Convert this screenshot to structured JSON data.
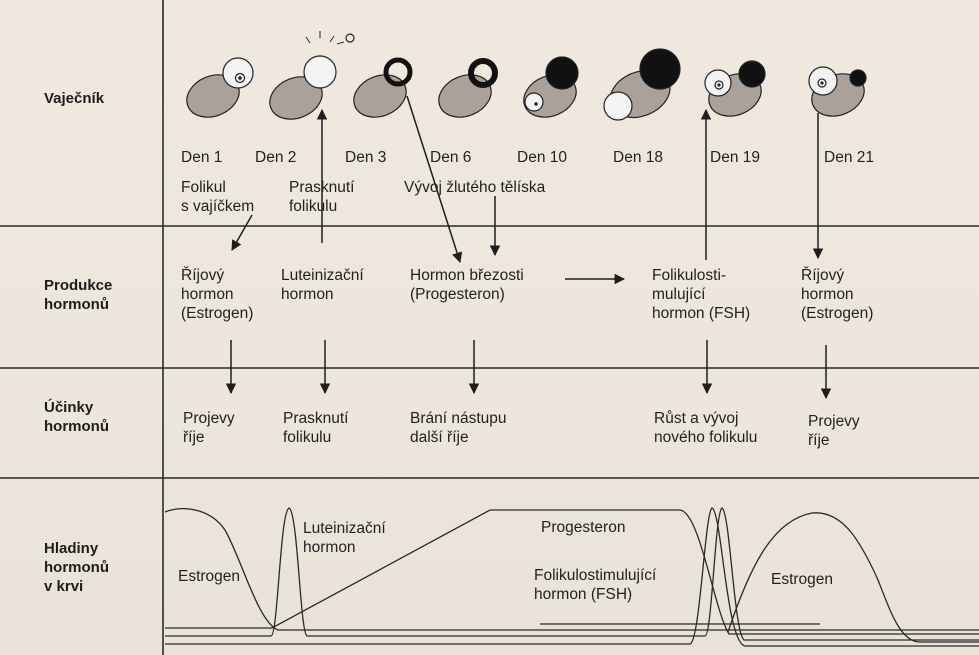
{
  "rows": {
    "ovary": "Vaječník",
    "production": "Produkce\nhormonů",
    "effects": "Účinky\nhormonů",
    "levels": "Hladiny\nhormonů\nv krvi"
  },
  "days": [
    "Den 1",
    "Den 2",
    "Den 3",
    "Den 6",
    "Den 10",
    "Den 18",
    "Den 19",
    "Den 21"
  ],
  "ovary_notes": {
    "follicle": "Folikul\ns vajíčkem",
    "rupture": "Prasknutí\nfolikulu",
    "corpus_luteum": "Vývoj žlutého tělíska"
  },
  "production": {
    "estrogen_1": "Říjový\nhormon\n(Estrogen)",
    "lh": "Luteinizační\nhormon",
    "progesterone": "Hormon březosti\n(Progesteron)",
    "fsh": "Folikulosti-\nmulující\nhormon (FSH)",
    "estrogen_2": "Říjový\nhormon\n(Estrogen)"
  },
  "effects": {
    "heat_1": "Projevy\nříje",
    "rupture": "Prasknutí\nfolikulu",
    "block": "Brání nástupu\ndalší říje",
    "growth": "Růst a vývoj\nnového folikulu",
    "heat_2": "Projevy\nříje"
  },
  "curves": {
    "estrogen_1": "Estrogen",
    "lh": "Luteinizační\nhormon",
    "progesterone": "Progesteron",
    "fsh": "Folikulostimulující\nhormon (FSH)",
    "estrogen_2": "Estrogen"
  },
  "icons": [
    "ovary-follicle-icon",
    "ovary-ovulation-icon",
    "corpus-luteum-icon"
  ],
  "colors": {
    "background": "#ece6dc",
    "ovary": "#a9a19a",
    "follicle": "#f2f2f2",
    "corpus": "#111111",
    "line": "#1e1e1e"
  }
}
